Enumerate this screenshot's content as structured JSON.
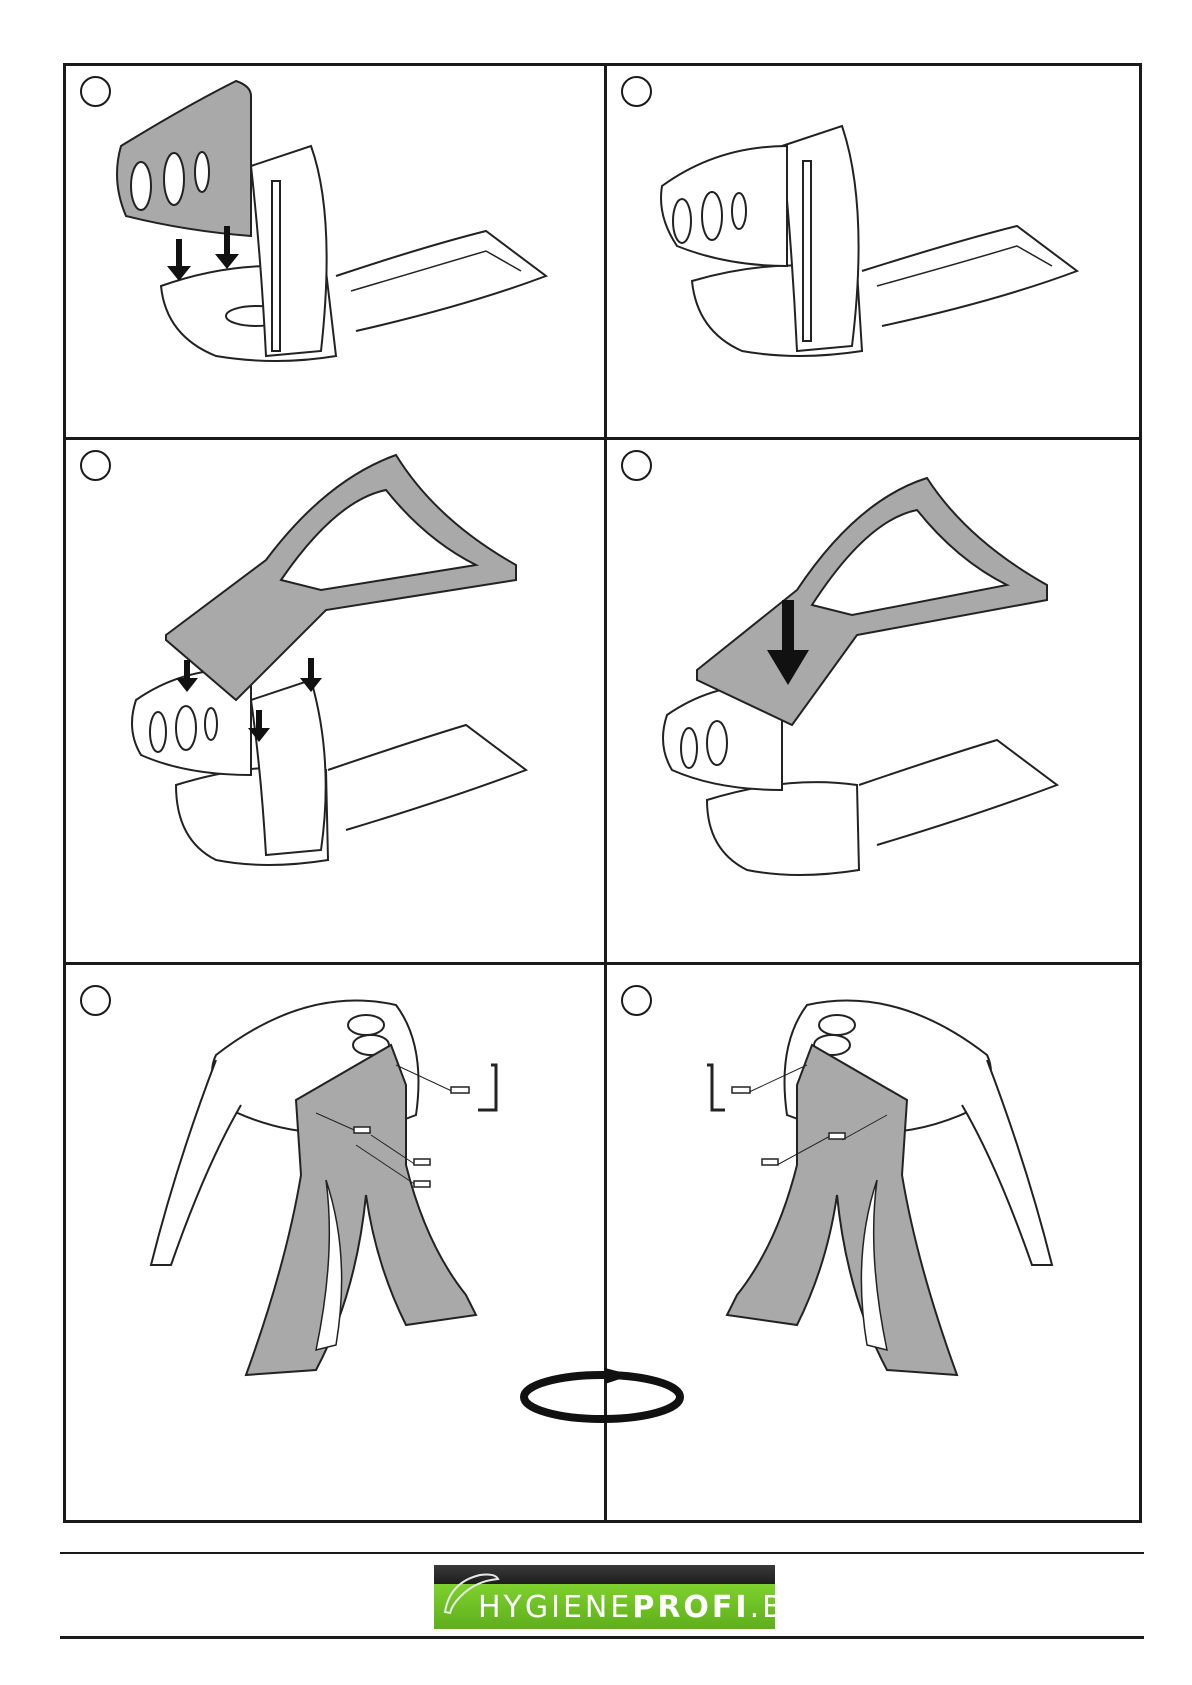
{
  "document": {
    "panel_count": 6,
    "steps": [
      {
        "name": "step-1",
        "description_icon": "step-number-circle"
      },
      {
        "name": "step-2",
        "description_icon": "step-number-circle"
      },
      {
        "name": "step-3",
        "description_icon": "step-number-circle"
      },
      {
        "name": "step-4",
        "description_icon": "step-number-circle"
      },
      {
        "name": "step-5",
        "description_icon": "step-number-circle"
      },
      {
        "name": "step-6",
        "description_icon": "step-number-circle"
      }
    ],
    "rotate_icon": "rotate-arrow-icon"
  },
  "footer": {
    "logo_part1": "HYGIENE",
    "logo_part2": "PROFI",
    "logo_part3": ".BIZ",
    "colors": {
      "logo_green": "#6cc124",
      "logo_dark": "#2a2a2a",
      "line": "#1a1a1a"
    }
  }
}
